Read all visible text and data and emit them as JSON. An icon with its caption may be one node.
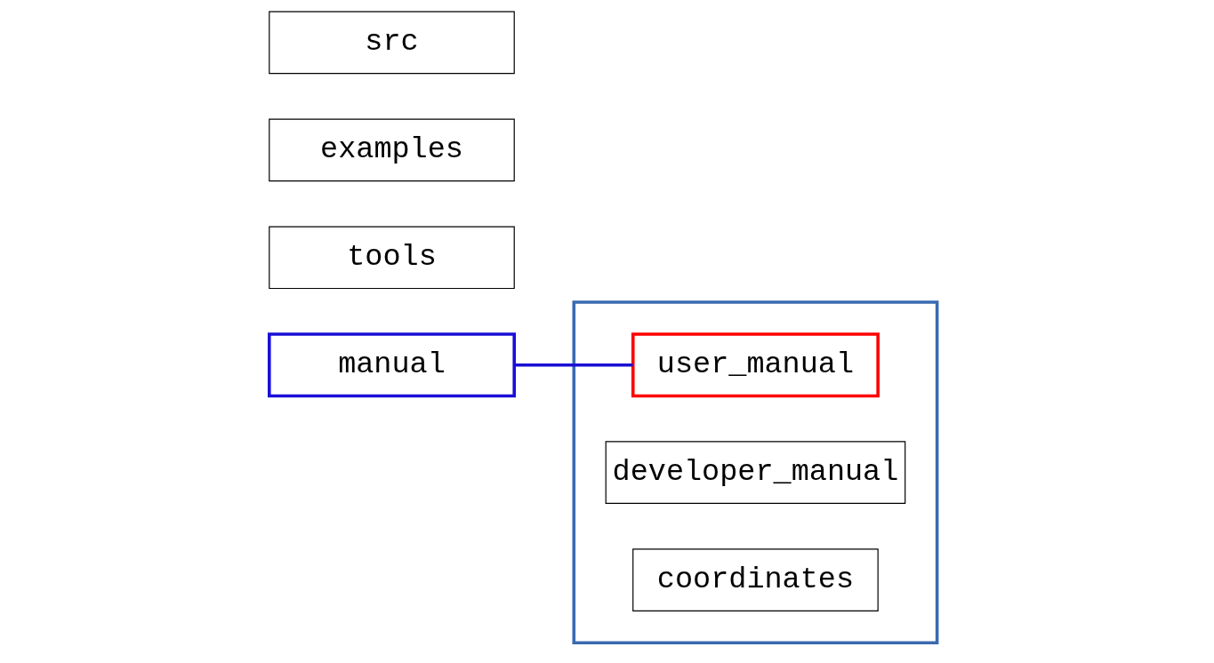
{
  "diagram": {
    "nodes": [
      {
        "text": [
          "manual"
        ]
      },
      {
        "text": [
          "src"
        ]
      },
      {
        "text": [
          "examples"
        ]
      },
      {
        "text": [
          "tools"
        ]
      },
      {
        "text": [],
        "shape": "box"
      },
      {
        "text": [
          "user_manual"
        ],
        "in": 4
      },
      {
        "text": [
          "developer_manual"
        ],
        "in": 4
      },
      {
        "text": [
          "coordinates"
        ],
        "in": 4
      }
    ],
    "edges": [
      {
        "from": 0,
        "to": 5,
        "arrow": "none",
        "color": "#1a0fd6"
      }
    ]
  }
}
